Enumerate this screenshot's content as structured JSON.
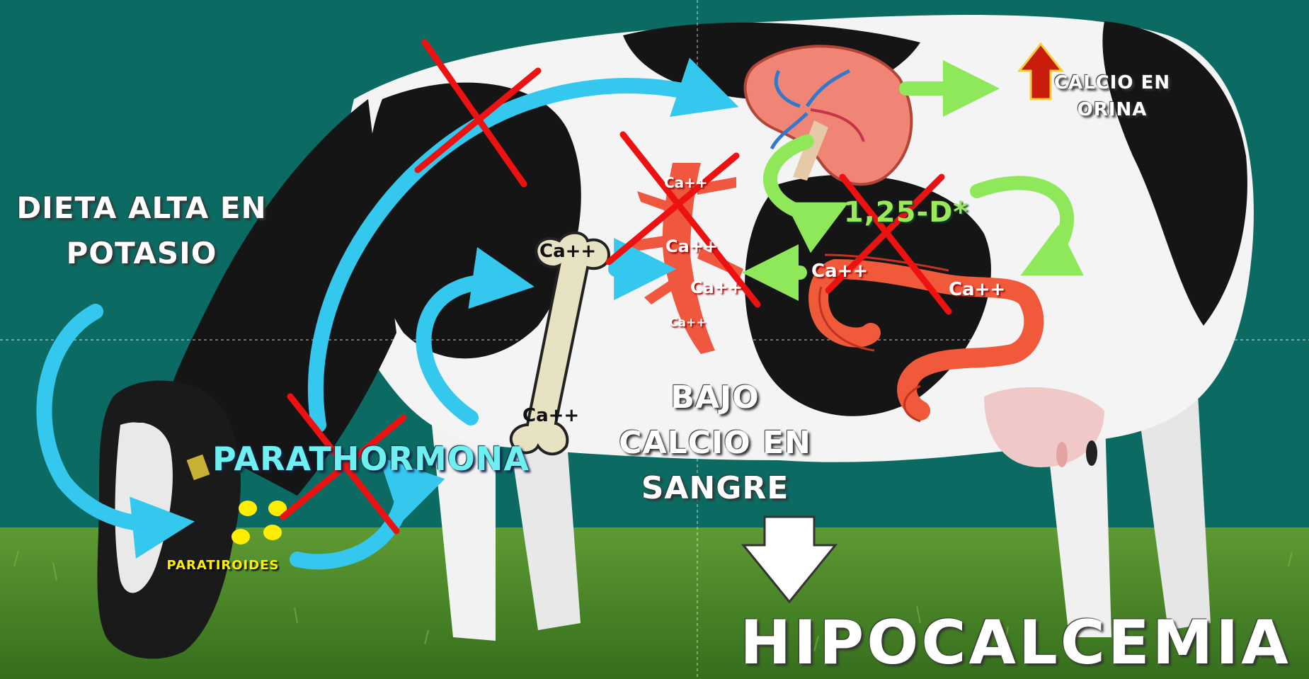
{
  "labels": {
    "diet": "DIETA ALTA EN\nPOTASIO",
    "pth": "PARATHORMONA",
    "parathyroid": "PARATIROIDES",
    "low_ca": "BAJO\nCALCIO EN\nSANGRE",
    "result": "HIPOCALCEMIA",
    "urine": "CALCIO EN\nORINA",
    "vitd": "1,25-D*"
  },
  "calcium_tags": {
    "bone_top": "Ca++",
    "bone_bottom": "Ca++",
    "blood_1": "Ca++",
    "blood_2": "Ca++",
    "blood_3": "Ca++",
    "blood_4": "Ca++",
    "gut_left": "Ca++",
    "gut_right": "Ca++"
  },
  "colors": {
    "background": "#0b6b63",
    "grass": "#4f8f2a",
    "pth_arrow": "#35c8ee",
    "kidney_arrow": "#8ee85a",
    "cross": "#ee1111",
    "organ": "#f26a4f",
    "urine_arrow": "#c81c0c"
  },
  "icons": [
    "cow-illustration",
    "kidney-icon",
    "bone-icon",
    "intestine-icon",
    "blood-vessel-icon",
    "parathyroid-glands-icon",
    "up-arrow-icon",
    "down-arrow-icon",
    "cross-mark-icon"
  ]
}
